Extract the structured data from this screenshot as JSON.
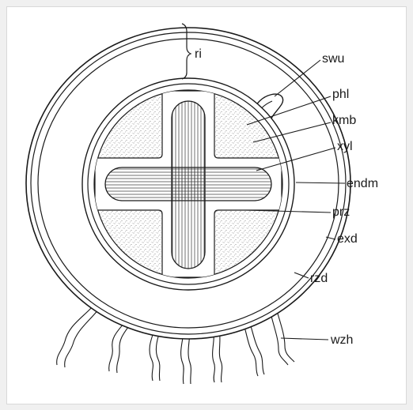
{
  "diagram": {
    "labels": {
      "ri": "ri",
      "swu": "swu",
      "phl": "phl",
      "kmb": "kmb",
      "xyl": "xyl",
      "endm": "endm",
      "prz": "prz",
      "exd": "exd",
      "rzd": "rzd",
      "wzh": "wzh"
    },
    "colors": {
      "stroke": "#1a1a1a",
      "stipple": "#8a8a8a",
      "frame": "#d8d8d8"
    }
  }
}
